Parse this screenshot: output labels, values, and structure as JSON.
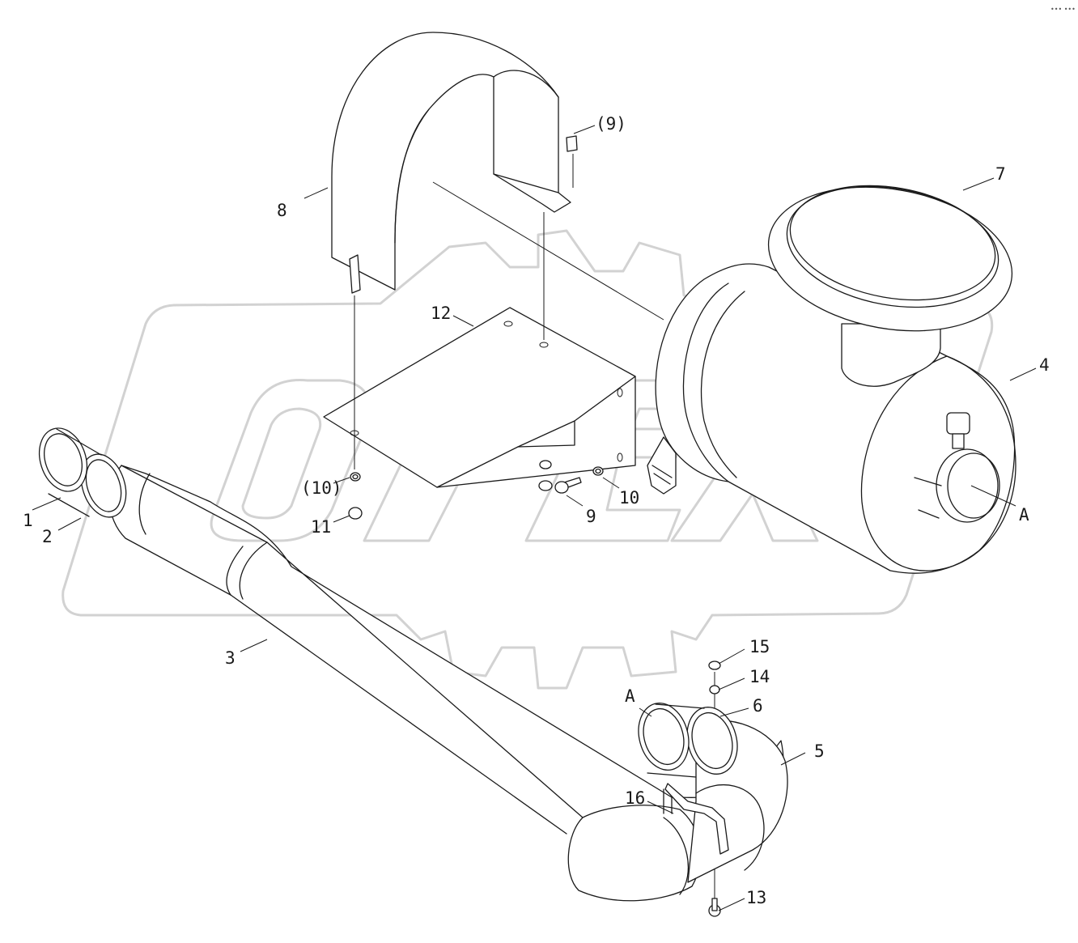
{
  "watermark": {
    "text": "OPEX",
    "color": "#d2d2d2"
  },
  "corner_mark": "••• •••",
  "callouts": {
    "c1": "1",
    "c2": "2",
    "c3": "3",
    "c4": "4",
    "c5": "5",
    "c6": "6",
    "c7": "7",
    "c8": "8",
    "c9": "9",
    "c9_ref": "(9)",
    "c10": "10",
    "c10_ref": "(10)",
    "c11": "11",
    "c12": "12",
    "c13": "13",
    "c14": "14",
    "c15": "15",
    "c16": "16",
    "a_top": "A",
    "a_bottom": "A"
  },
  "colors": {
    "line": "#1a1a1a",
    "background": "#ffffff"
  }
}
